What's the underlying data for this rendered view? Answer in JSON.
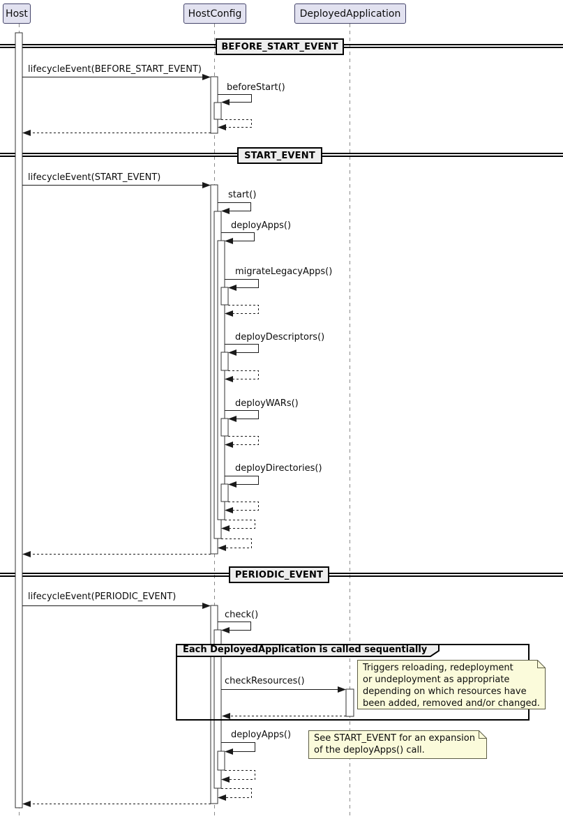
{
  "participants": {
    "host": "Host",
    "host_config": "HostConfig",
    "deployed_application": "DeployedApplication"
  },
  "dividers": {
    "before_start": "BEFORE_START_EVENT",
    "start": "START_EVENT",
    "periodic": "PERIODIC_EVENT"
  },
  "messages": {
    "lifecycle_before_start": "lifecycleEvent(BEFORE_START_EVENT)",
    "before_start_call": "beforeStart()",
    "lifecycle_start": "lifecycleEvent(START_EVENT)",
    "start_call": "start()",
    "deploy_apps_call": "deployApps()",
    "migrate_legacy_apps_call": "migrateLegacyApps()",
    "deploy_descriptors_call": "deployDescriptors()",
    "deploy_wars_call": "deployWARs()",
    "deploy_directories_call": "deployDirectories()",
    "lifecycle_periodic": "lifecycleEvent(PERIODIC_EVENT)",
    "check_call": "check()",
    "check_resources_call": "checkResources()",
    "deploy_apps_periodic_call": "deployApps()"
  },
  "group": {
    "label": "Each DeployedApplication is called sequentially"
  },
  "notes": {
    "check_resources_note": "Triggers reloading, redeployment\nor undeployment as appropriate\ndepending on which resources have\nbeen added, removed and/or changed.",
    "deploy_apps_note": "See START_EVENT for an expansion\nof the deployApps() call."
  },
  "colors": {
    "background": "#FFFFFF",
    "participant_fill": "#E2E2F0",
    "participant_border": "#44446A",
    "divider_fill": "#EEEEEE",
    "group_header_fill": "#EEEEEE",
    "note_fill": "#FBFBDB",
    "note_border": "#5C5C44",
    "line": "#1A1A1A",
    "lifeline": "#8A8A8A"
  }
}
